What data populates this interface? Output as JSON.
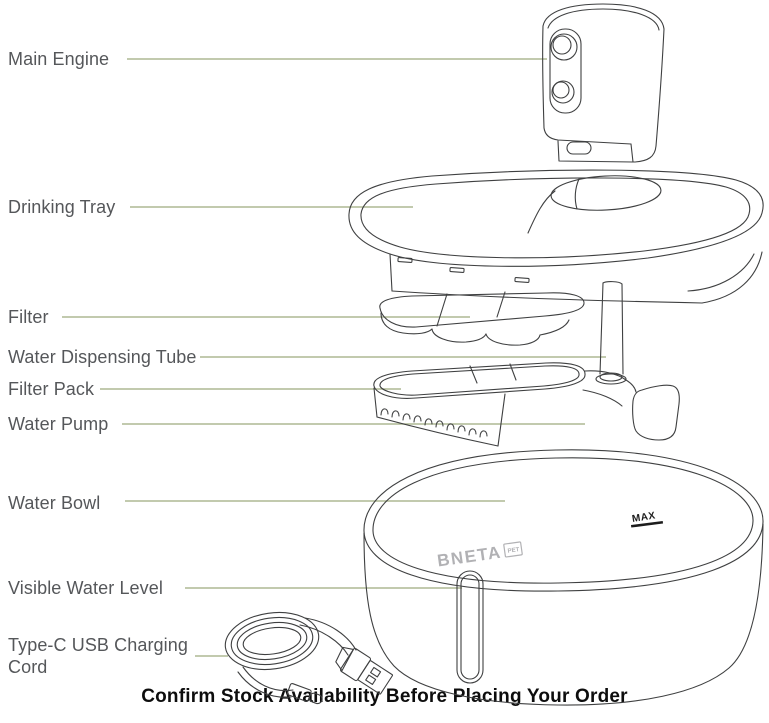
{
  "diagram": {
    "caption": "Confirm Stock Availability Before Placing Your Order",
    "brand": {
      "logo_text": "BNETA",
      "logo_badge": "PET",
      "max_marking": "MAX"
    },
    "labels": [
      {
        "id": "main-engine",
        "text": "Main Engine"
      },
      {
        "id": "drinking-tray",
        "text": "Drinking Tray"
      },
      {
        "id": "filter",
        "text": "Filter"
      },
      {
        "id": "water-dispensing-tube",
        "text": "Water Dispensing Tube"
      },
      {
        "id": "filter-pack",
        "text": "Filter Pack"
      },
      {
        "id": "water-pump",
        "text": "Water Pump"
      },
      {
        "id": "water-bowl",
        "text": "Water Bowl"
      },
      {
        "id": "visible-water-level",
        "text": "Visible Water Level"
      },
      {
        "id": "type-c-usb-charging-cord",
        "text": "Type-C USB Charging Cord"
      }
    ],
    "colors": {
      "leader_line": "#aeb893",
      "label_text": "#55575a",
      "outline": "#3f4041",
      "caption_text": "#0d0d0d",
      "logo_gray": "#b1b1b4"
    }
  }
}
